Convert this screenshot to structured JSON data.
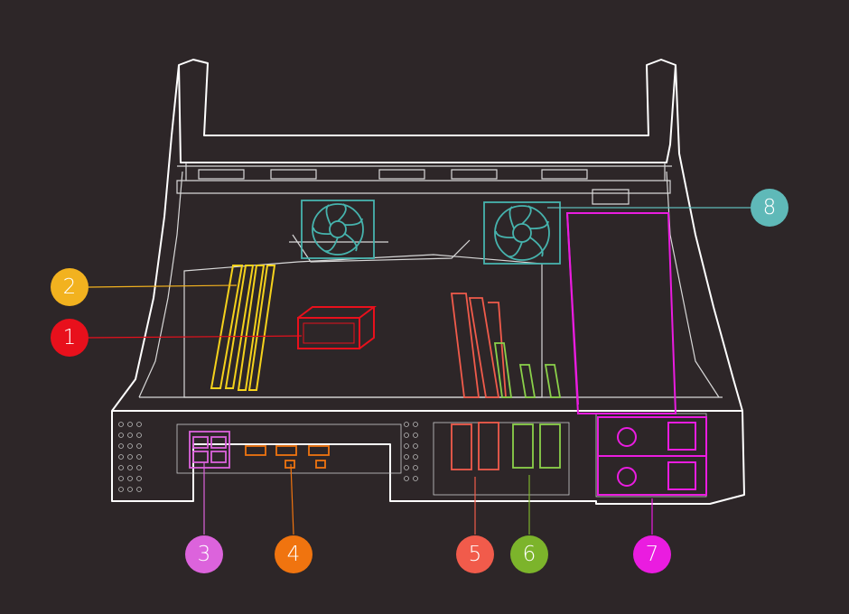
{
  "colors": {
    "background": "#2d2628",
    "chassis_line": "#ffffff",
    "chassis_inner": "#cfcfcf",
    "fan": "#46b3ad"
  },
  "callouts": [
    {
      "number": "1",
      "color": "#e8101c",
      "component": "cpu"
    },
    {
      "number": "2",
      "color": "#f2b21f",
      "component": "memory-slots"
    },
    {
      "number": "3",
      "color": "#dc63dc",
      "component": "rear-io-lan"
    },
    {
      "number": "4",
      "color": "#f0740f",
      "component": "rear-io-ports"
    },
    {
      "number": "5",
      "color": "#f15b4b",
      "component": "expansion-slots"
    },
    {
      "number": "6",
      "color": "#7cb42b",
      "component": "expansion-slots-green"
    },
    {
      "number": "7",
      "color": "#ea1ce0",
      "component": "power-supply"
    },
    {
      "number": "8",
      "color": "#5fb9b8",
      "component": "fans"
    }
  ]
}
